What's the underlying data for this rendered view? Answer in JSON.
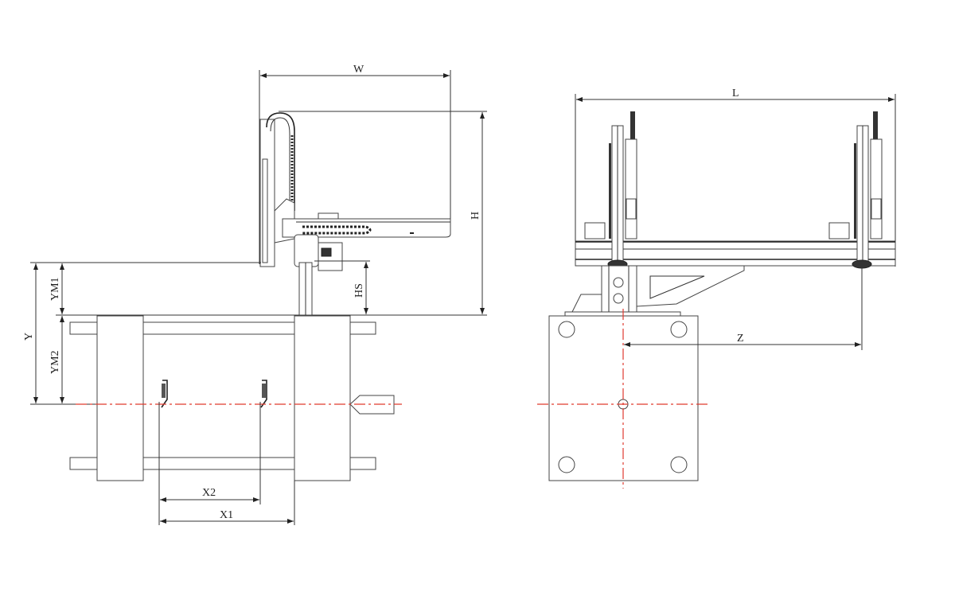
{
  "title": "Robot arm installation dimensions",
  "side_view": {
    "labels": {
      "W": "W",
      "H": "H",
      "HS": "HS",
      "Y": "Y",
      "YM1": "YM1",
      "YM2": "YM2",
      "X1": "X1",
      "X2": "X2"
    }
  },
  "front_view": {
    "labels": {
      "L": "L",
      "Z": "Z"
    }
  },
  "colors": {
    "line": "#333333",
    "centerline": "#e03a2f"
  }
}
